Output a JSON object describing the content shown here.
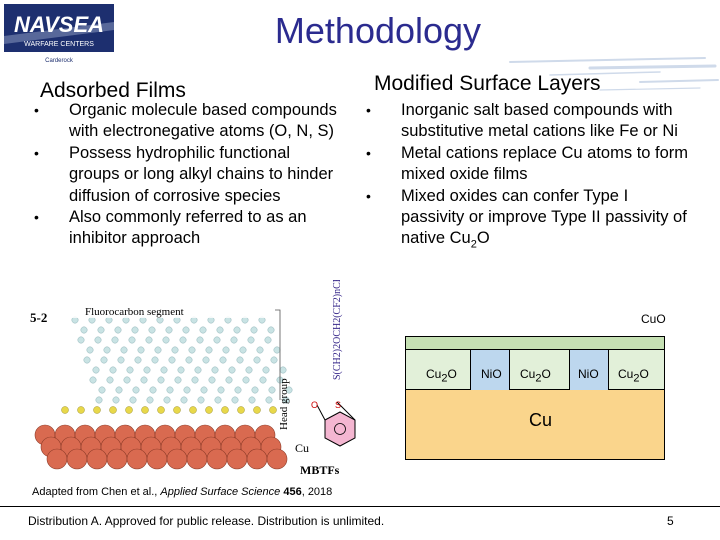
{
  "header": {
    "logo": {
      "name": "NAVSEA",
      "tagline": "WARFARE CENTERS",
      "site": "Carderock"
    },
    "title": "Methodology"
  },
  "left_column": {
    "heading": "Adsorbed Films",
    "bullets": [
      "Organic molecule based compounds with electronegative atoms (O, N, S)",
      "Possess hydrophilic functional groups or long alkyl chains to hinder diffusion of corrosive species",
      "Also commonly referred to as an inhibitor approach"
    ]
  },
  "right_column": {
    "heading": "Modified Surface Layers",
    "bullets": [
      "Inorganic salt based compounds with substitutive metal cations like Fe or Ni",
      "Metal cations replace Cu atoms to form mixed oxide films",
      {
        "pre": "Mixed oxides can confer Type I passivity or improve Type II passivity of native Cu",
        "sub": "2",
        "post": "O"
      }
    ]
  },
  "molecular_figure": {
    "panel_label": "5-2",
    "segment_label": "Fluorocarbon segment",
    "head_label": "Head group",
    "substrate_label": "Cu",
    "molecule_label": "MBTFs",
    "formula": "S(CH2)2OCH2(CF2)nCF2H",
    "atoms": [
      "O",
      "S"
    ],
    "colors": {
      "substrate": "#d96a50",
      "chain": "#c9e3e4",
      "head": "#e8d84a"
    }
  },
  "schematic": {
    "top_layer": "CuO",
    "oxide_segments": [
      {
        "base": "Cu",
        "sub": "2",
        "tail": "O"
      },
      {
        "base": "NiO",
        "sub": "",
        "tail": ""
      },
      {
        "base": "Cu",
        "sub": "2",
        "tail": "O"
      },
      {
        "base": "NiO",
        "sub": "",
        "tail": ""
      },
      {
        "base": "Cu",
        "sub": "2",
        "tail": "O"
      }
    ],
    "substrate": "Cu",
    "colors": {
      "cuo": "#c5e0b3",
      "cu2o": "#e2f0d9",
      "nio": "#bdd7ee",
      "cu": "#fad58c"
    }
  },
  "citation": {
    "prefix": "Adapted from Chen et al., ",
    "journal": "Applied Surface Science",
    "volume": "456",
    "year": ", 2018"
  },
  "footer": {
    "distribution": "Distribution A. Approved for public release. Distribution is unlimited.",
    "page_number": "5"
  }
}
